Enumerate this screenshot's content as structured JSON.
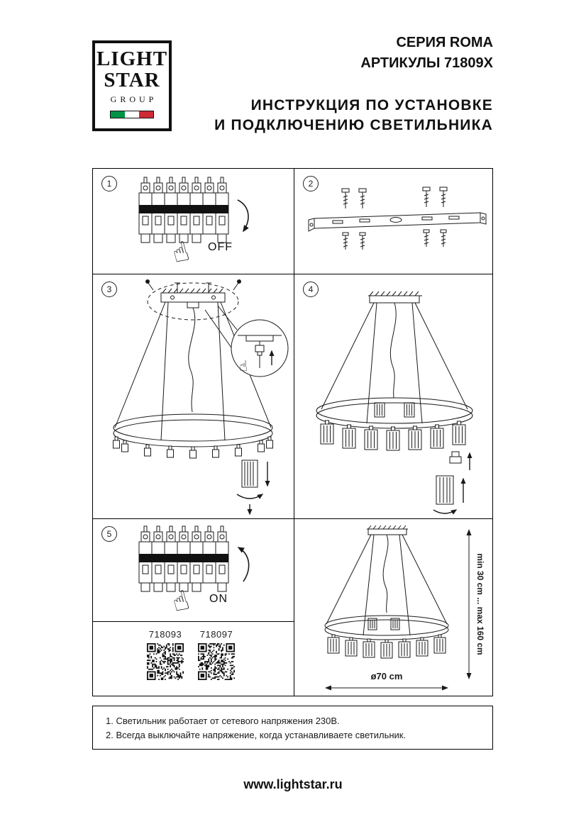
{
  "logo": {
    "line1": "LIGHT",
    "line2": "STAR",
    "line3": "GROUP",
    "flag_green": "#009246",
    "flag_white": "#ffffff",
    "flag_red": "#CE2B37"
  },
  "header": {
    "series": "СЕРИЯ ROMA",
    "articles": "АРТИКУЛЫ 71809X",
    "title_line1": "ИНСТРУКЦИЯ ПО УСТАНОВКЕ",
    "title_line2": "И ПОДКЛЮЧЕНИЮ СВЕТИЛЬНИКА"
  },
  "steps": [
    {
      "number": "1",
      "label": "OFF"
    },
    {
      "number": "2",
      "label": ""
    },
    {
      "number": "3",
      "label": ""
    },
    {
      "number": "4",
      "label": ""
    },
    {
      "number": "5",
      "label": "ON"
    }
  ],
  "qr_codes": [
    {
      "code": "718093"
    },
    {
      "code": "718097"
    }
  ],
  "dimensions": {
    "suspension": "min 30 cm ... max 160 cm",
    "diameter": "ø70 cm"
  },
  "notes": [
    "1. Светильник работает от сетевого напряжения 230В.",
    "2. Всегда выключайте напряжение, когда устанавливаете светильник."
  ],
  "footer": {
    "website": "www.lightstar.ru"
  }
}
